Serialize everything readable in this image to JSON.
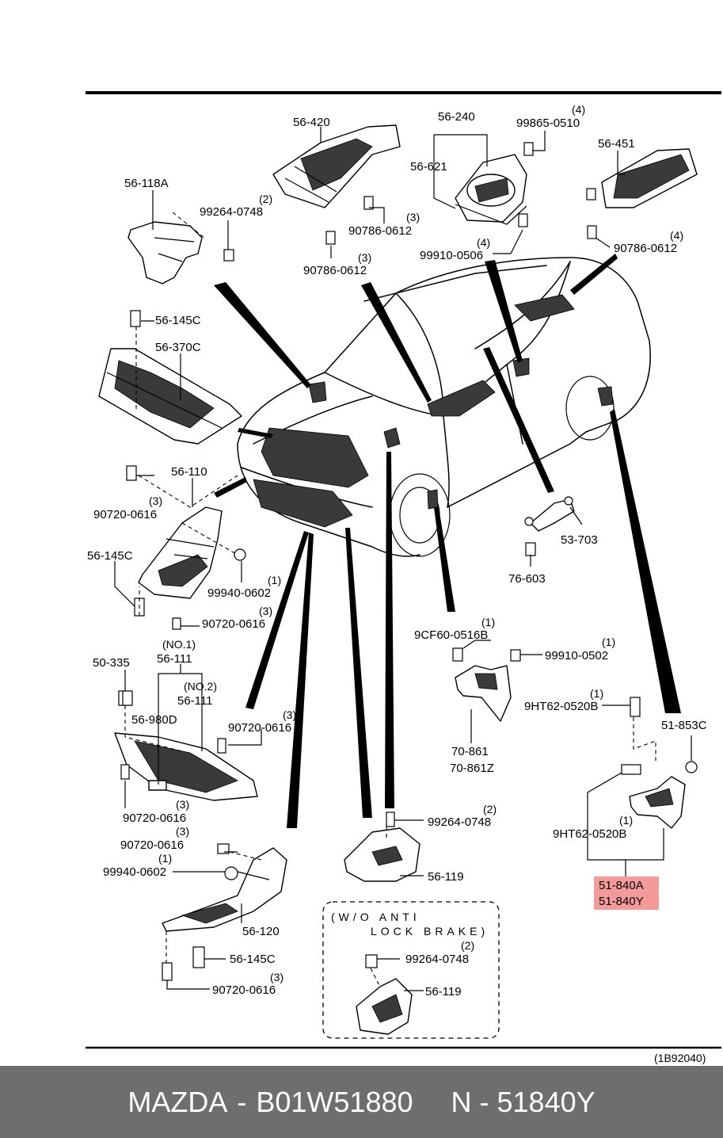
{
  "diagram": {
    "ref_code": "(1B92040)",
    "options_box": {
      "line1": "(W/O ANTI",
      "line2": "LOCK BRAKE)"
    },
    "callouts": [
      {
        "id": "c1",
        "part": "56-420"
      },
      {
        "id": "c2",
        "part": "56-240"
      },
      {
        "id": "c3",
        "part": "99865-0510",
        "qty": "(4)"
      },
      {
        "id": "c4",
        "part": "56-621"
      },
      {
        "id": "c5",
        "part": "56-451"
      },
      {
        "id": "c6",
        "part": "56-118A"
      },
      {
        "id": "c7",
        "part": "99264-0748",
        "qty": "(2)"
      },
      {
        "id": "c8",
        "part": "90786-0612",
        "qty": "(3)"
      },
      {
        "id": "c9",
        "part": "90786-0612",
        "qty": "(3)"
      },
      {
        "id": "c10",
        "part": "99910-0506",
        "qty": "(4)"
      },
      {
        "id": "c11",
        "part": "90786-0612",
        "qty": "(4)"
      },
      {
        "id": "c12",
        "part": "56-145C"
      },
      {
        "id": "c13",
        "part": "56-370C"
      },
      {
        "id": "c14",
        "part": "56-110"
      },
      {
        "id": "c15",
        "part": "90720-0616",
        "qty": "(3)"
      },
      {
        "id": "c16",
        "part": "56-145C"
      },
      {
        "id": "c17",
        "part": "99940-0602",
        "qty": "(1)"
      },
      {
        "id": "c18",
        "part": "90720-0616",
        "qty": "(3)"
      },
      {
        "id": "c19",
        "part": "56-111",
        "qty": "(NO.1)"
      },
      {
        "id": "c20",
        "part": "50-335"
      },
      {
        "id": "c21",
        "part": "56-111",
        "qty": "(NO.2)"
      },
      {
        "id": "c22",
        "part": "56-980D"
      },
      {
        "id": "c23",
        "part": "90720-0616",
        "qty": "(3)"
      },
      {
        "id": "c24",
        "part": "90720-0616",
        "qty": "(3)"
      },
      {
        "id": "c25",
        "part": "90720-0616",
        "qty": "(3)"
      },
      {
        "id": "c26",
        "part": "99940-0602",
        "qty": "(1)"
      },
      {
        "id": "c27",
        "part": "56-120"
      },
      {
        "id": "c28",
        "part": "56-145C"
      },
      {
        "id": "c29",
        "part": "90720-0616",
        "qty": "(3)"
      },
      {
        "id": "c30",
        "part": "99264-0748",
        "qty": "(2)"
      },
      {
        "id": "c31",
        "part": "56-119"
      },
      {
        "id": "c32",
        "part": "99264-0748",
        "qty": "(2)"
      },
      {
        "id": "c33",
        "part": "56-119"
      },
      {
        "id": "c34",
        "part": "53-703"
      },
      {
        "id": "c35",
        "part": "76-603"
      },
      {
        "id": "c36",
        "part": "9CF60-0516B",
        "qty": "(1)"
      },
      {
        "id": "c37",
        "part": "99910-0502",
        "qty": "(1)"
      },
      {
        "id": "c38",
        "part": "70-861"
      },
      {
        "id": "c39",
        "part": "70-861Z"
      },
      {
        "id": "c40",
        "part": "9HT62-0520B",
        "qty": "(1)"
      },
      {
        "id": "c41",
        "part": "51-853C"
      },
      {
        "id": "c42",
        "part": "9HT62-0520B",
        "qty": "(1)"
      },
      {
        "id": "c43",
        "part": "51-840A"
      },
      {
        "id": "c44",
        "part": "51-840Y"
      }
    ],
    "highlight_color": "#f59a9a"
  },
  "footer": {
    "brand": "MAZDA",
    "separator": "-",
    "part_number": "B01W51880",
    "suffix_label": "N - 51840Y"
  }
}
